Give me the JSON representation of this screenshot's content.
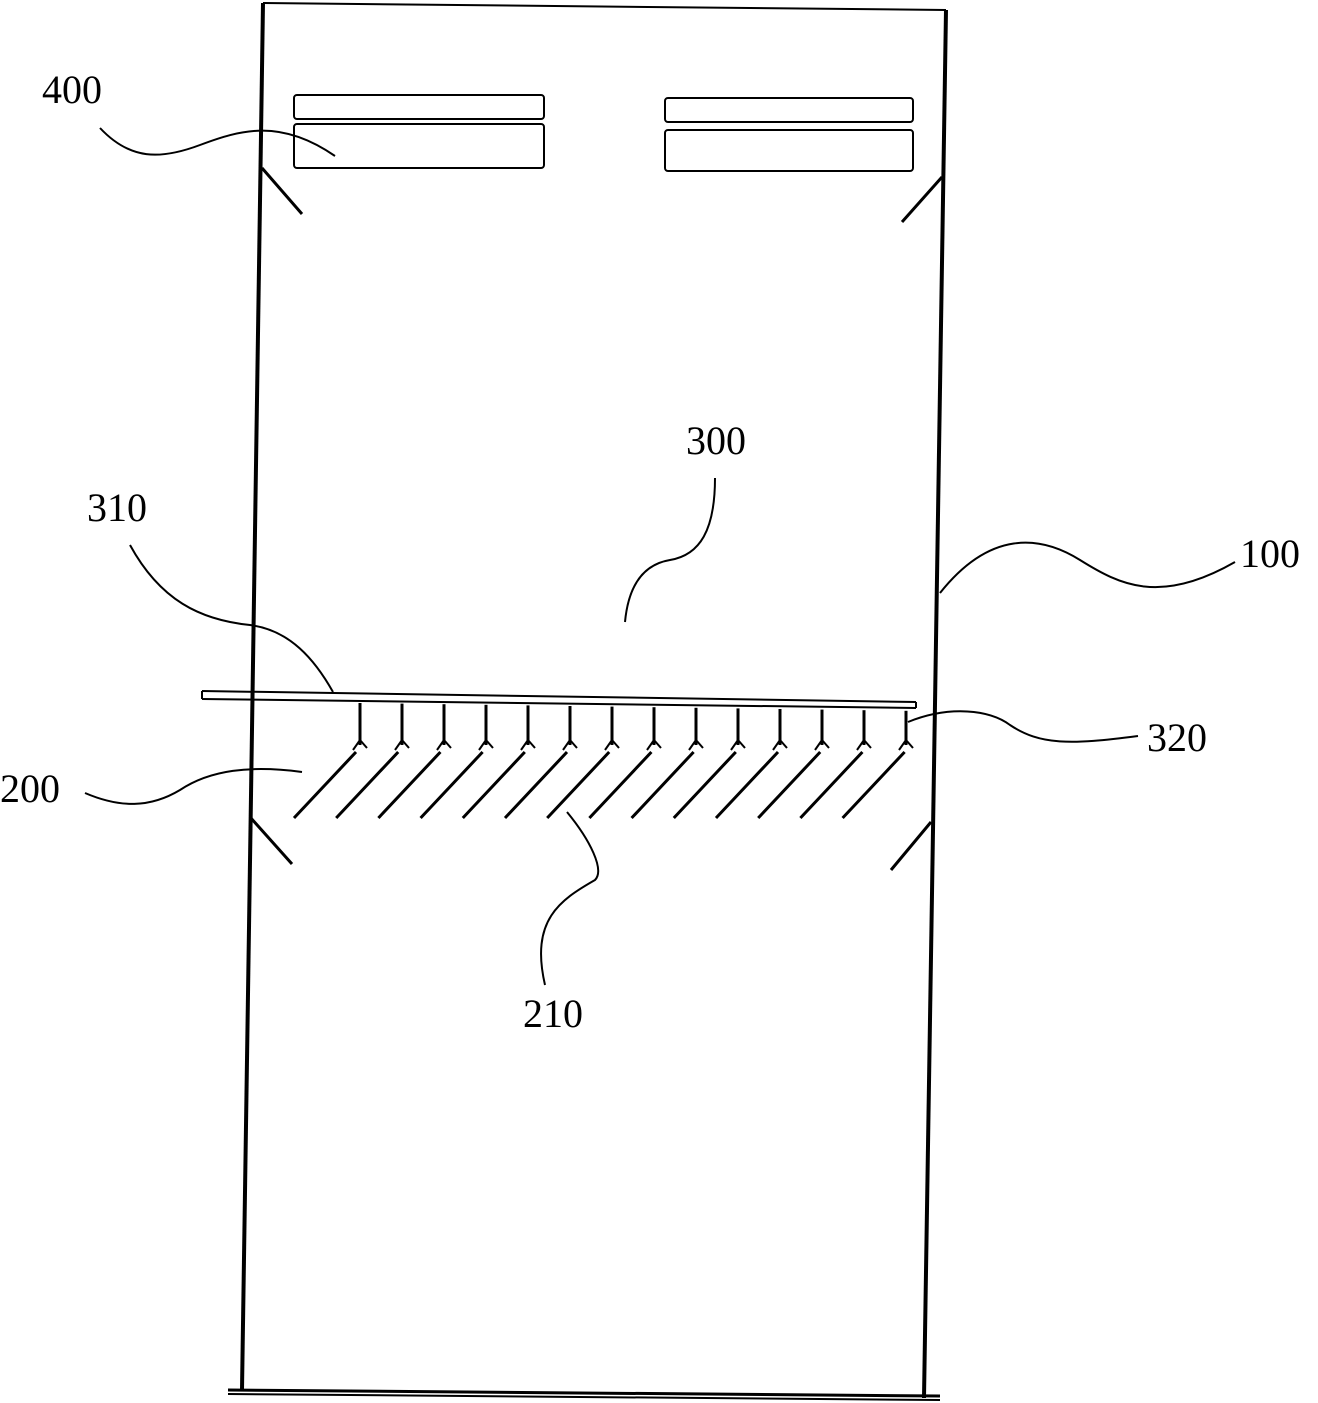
{
  "labels": {
    "vessel": "100",
    "lower_zone": "200",
    "inclined_plates": "210",
    "upper_zone": "300",
    "distribution_pipe": "310",
    "branch_nozzles": "320",
    "top_units": "400"
  },
  "geometry_notes": {
    "branch_count": 14,
    "plate_count": 14
  }
}
